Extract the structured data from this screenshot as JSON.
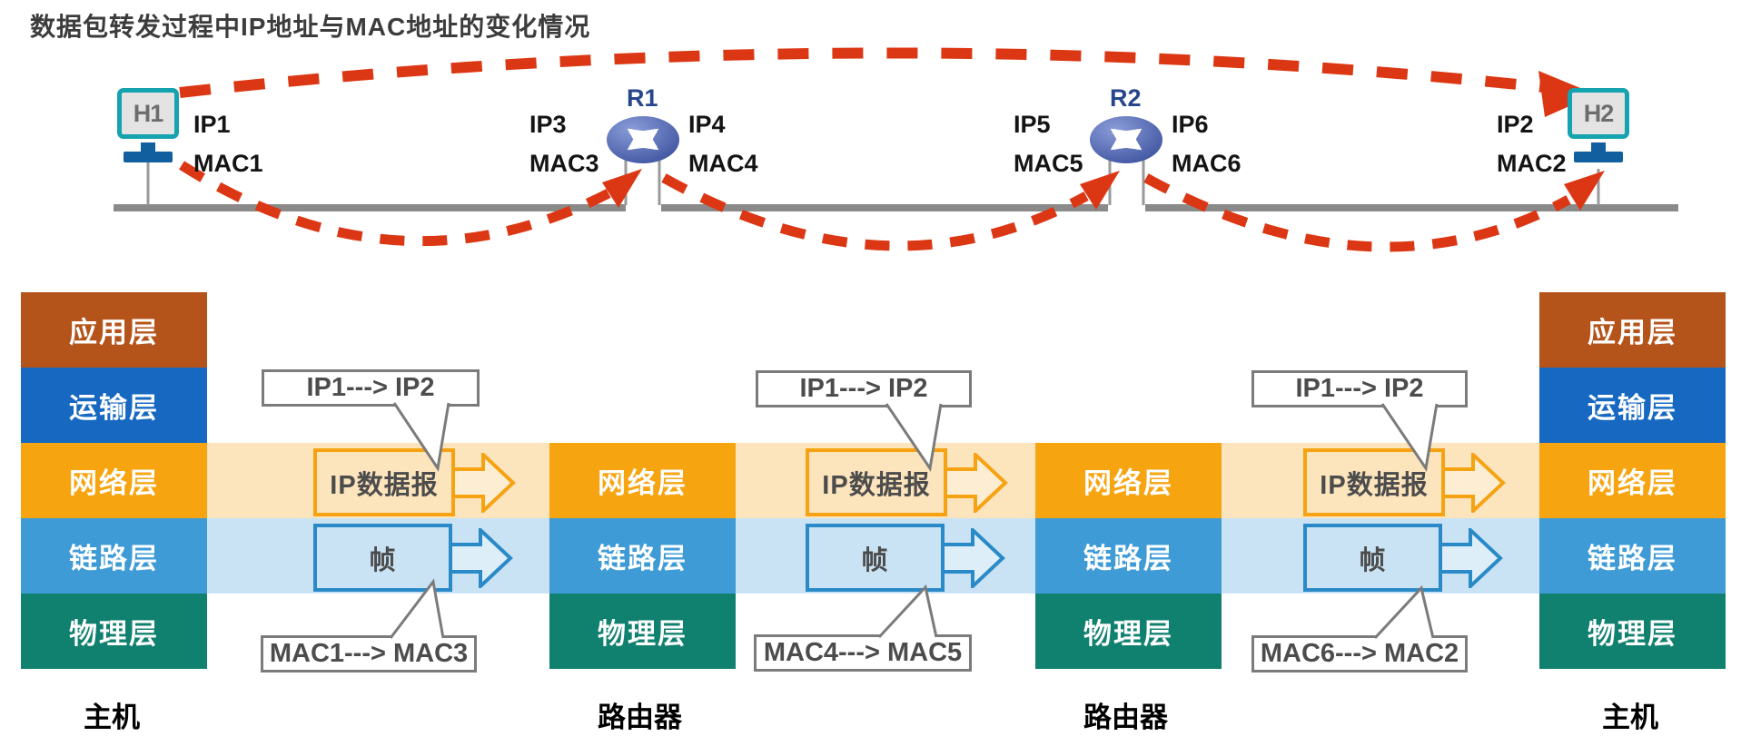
{
  "title": "数据包转发过程中IP地址与MAC地址的变化情况",
  "topology": {
    "h1": {
      "id": "H1",
      "ip": "IP1",
      "mac": "MAC1"
    },
    "r1": {
      "id": "R1",
      "left_ip": "IP3",
      "left_mac": "MAC3",
      "right_ip": "IP4",
      "right_mac": "MAC4"
    },
    "r2": {
      "id": "R2",
      "left_ip": "IP5",
      "left_mac": "MAC5",
      "right_ip": "IP6",
      "right_mac": "MAC6"
    },
    "h2": {
      "id": "H2",
      "ip": "IP2",
      "mac": "MAC2"
    }
  },
  "stacks": {
    "host_layers": [
      "应用层",
      "运输层",
      "网络层",
      "链路层",
      "物理层"
    ],
    "router_layers": [
      "网络层",
      "链路层",
      "物理层"
    ]
  },
  "columns": [
    {
      "ip_change": "IP1---> IP2",
      "packet_label": "IP数据报",
      "frame_label": "帧",
      "mac_change": "MAC1---> MAC3"
    },
    {
      "ip_change": "IP1---> IP2",
      "packet_label": "IP数据报",
      "frame_label": "帧",
      "mac_change": "MAC4---> MAC5"
    },
    {
      "ip_change": "IP1---> IP2",
      "packet_label": "IP数据报",
      "frame_label": "帧",
      "mac_change": "MAC6---> MAC2"
    }
  ],
  "footer": {
    "labels": [
      "主机",
      "路由器",
      "路由器",
      "主机"
    ]
  },
  "colors": {
    "red_arrow": "#dc3714",
    "bus_line": "#8a8a8a",
    "application_layer": "#b4541b",
    "transport_layer": "#1668c1",
    "network_layer": "#f7a411",
    "link_layer": "#3e9bd5",
    "physical_layer": "#10806f",
    "network_band_pale": "#fce4bd",
    "link_band_pale": "#c9e3f4",
    "host_icon_teal": "#14a3af",
    "host_stand_blue": "#115f9e",
    "router_icon_blue": "#43579f",
    "callout_border": "#7b7b7b"
  }
}
